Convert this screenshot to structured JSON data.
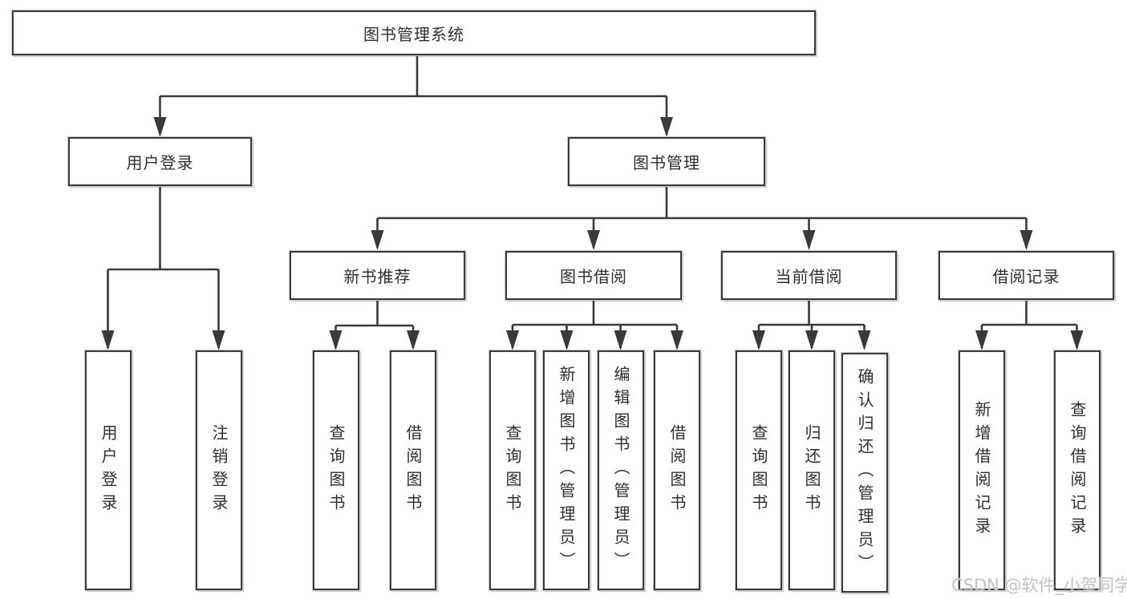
{
  "diagram": {
    "type": "hierarchy-diagram",
    "title": "图书管理系统",
    "watermark": "CSDN @软件_小贺同学",
    "colors": {
      "line": "#3a3a3a",
      "box_border": "#3b3b3b",
      "text": "#2f2f2f",
      "watermark": "#c2c2c2",
      "background": "#ffffff"
    },
    "nodes": {
      "root": {
        "label": "图书管理系统"
      },
      "user_login": {
        "label": "用户登录"
      },
      "book_mgmt": {
        "label": "图书管理"
      },
      "new_book": {
        "label": "新书推荐"
      },
      "book_borrow": {
        "label": "图书借阅"
      },
      "current_borrow": {
        "label": "当前借阅"
      },
      "borrow_record": {
        "label": "借阅记录"
      },
      "ul_login": {
        "label": "用户登录"
      },
      "ul_logout": {
        "label": "注销登录"
      },
      "nb_query": {
        "label": "查询图书"
      },
      "nb_borrow": {
        "label": "借阅图书"
      },
      "bb_query": {
        "label": "查询图书"
      },
      "bb_add": {
        "label": "新增图书（管理员）"
      },
      "bb_edit": {
        "label": "编辑图书（管理员）"
      },
      "bb_borrow": {
        "label": "借阅图书"
      },
      "cb_query": {
        "label": "查询图书"
      },
      "cb_return": {
        "label": "归还图书"
      },
      "cb_confirm": {
        "label": "确认归还（管理员）"
      },
      "br_add": {
        "label": "新增借阅记录"
      },
      "br_query": {
        "label": "查询借阅记录"
      }
    },
    "edges": [
      [
        "root",
        "user_login"
      ],
      [
        "root",
        "book_mgmt"
      ],
      [
        "user_login",
        "ul_login"
      ],
      [
        "user_login",
        "ul_logout"
      ],
      [
        "book_mgmt",
        "new_book"
      ],
      [
        "book_mgmt",
        "book_borrow"
      ],
      [
        "book_mgmt",
        "current_borrow"
      ],
      [
        "book_mgmt",
        "borrow_record"
      ],
      [
        "new_book",
        "nb_query"
      ],
      [
        "new_book",
        "nb_borrow"
      ],
      [
        "book_borrow",
        "bb_query"
      ],
      [
        "book_borrow",
        "bb_add"
      ],
      [
        "book_borrow",
        "bb_edit"
      ],
      [
        "book_borrow",
        "bb_borrow"
      ],
      [
        "current_borrow",
        "cb_query"
      ],
      [
        "current_borrow",
        "cb_return"
      ],
      [
        "current_borrow",
        "cb_confirm"
      ],
      [
        "borrow_record",
        "br_add"
      ],
      [
        "borrow_record",
        "br_query"
      ]
    ]
  }
}
